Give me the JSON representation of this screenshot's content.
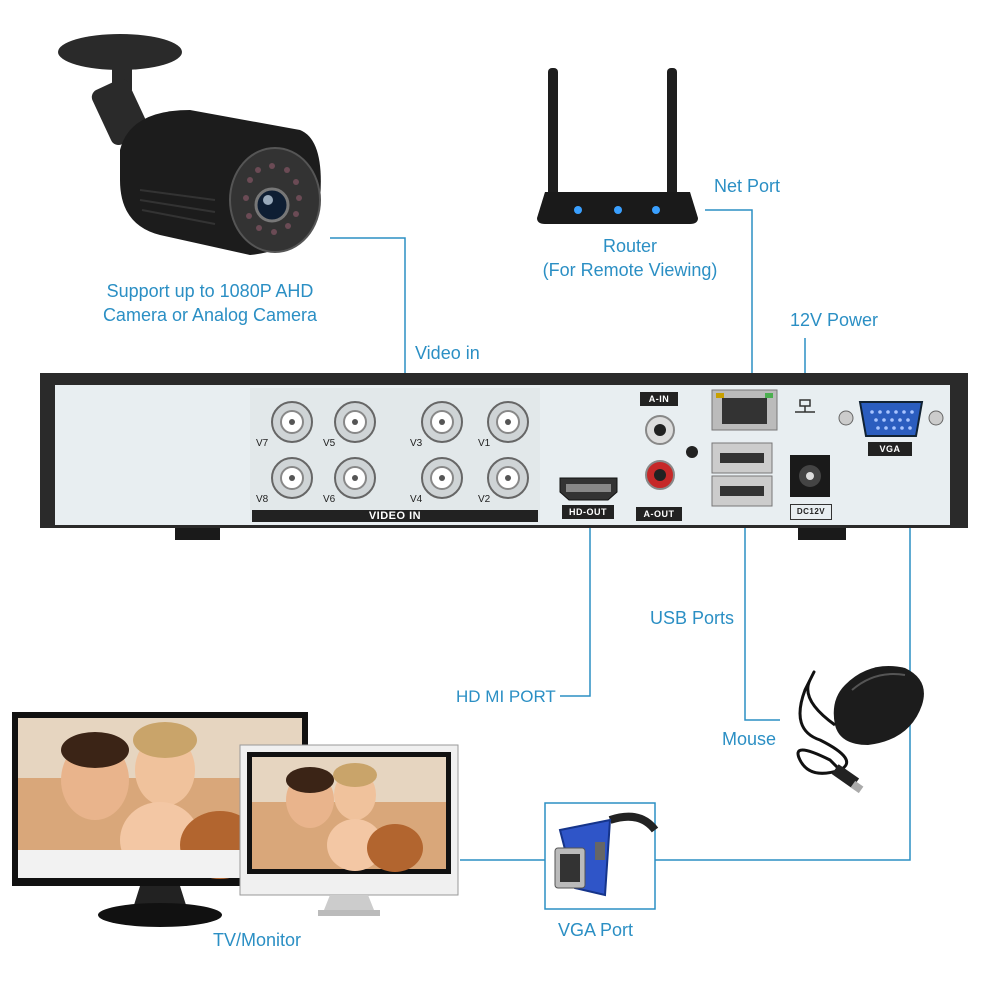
{
  "labels": {
    "camera": [
      "Support up to 1080P AHD",
      "Camera or Analog Camera"
    ],
    "video_in": "Video in",
    "router": [
      "Router",
      "(For Remote Viewing)"
    ],
    "net_port": "Net Port",
    "power": "12V Power",
    "usb_ports": "USB Ports",
    "hdmi_port": "HD MI PORT",
    "mouse": "Mouse",
    "tv_monitor": "TV/Monitor",
    "vga_port": "VGA Port"
  },
  "panel": {
    "video_in": "VIDEO IN",
    "channels": [
      "V7",
      "V5",
      "V3",
      "V1",
      "V8",
      "V6",
      "V4",
      "V2"
    ],
    "a_in": "A-IN",
    "a_out": "A-OUT",
    "hd_out": "HD-OUT",
    "dc12v": "DC12V",
    "vga": "VGA"
  },
  "colors": {
    "accent": "#2b8fc4",
    "panel": "#e8eef1",
    "frame": "#2a2a2a"
  }
}
